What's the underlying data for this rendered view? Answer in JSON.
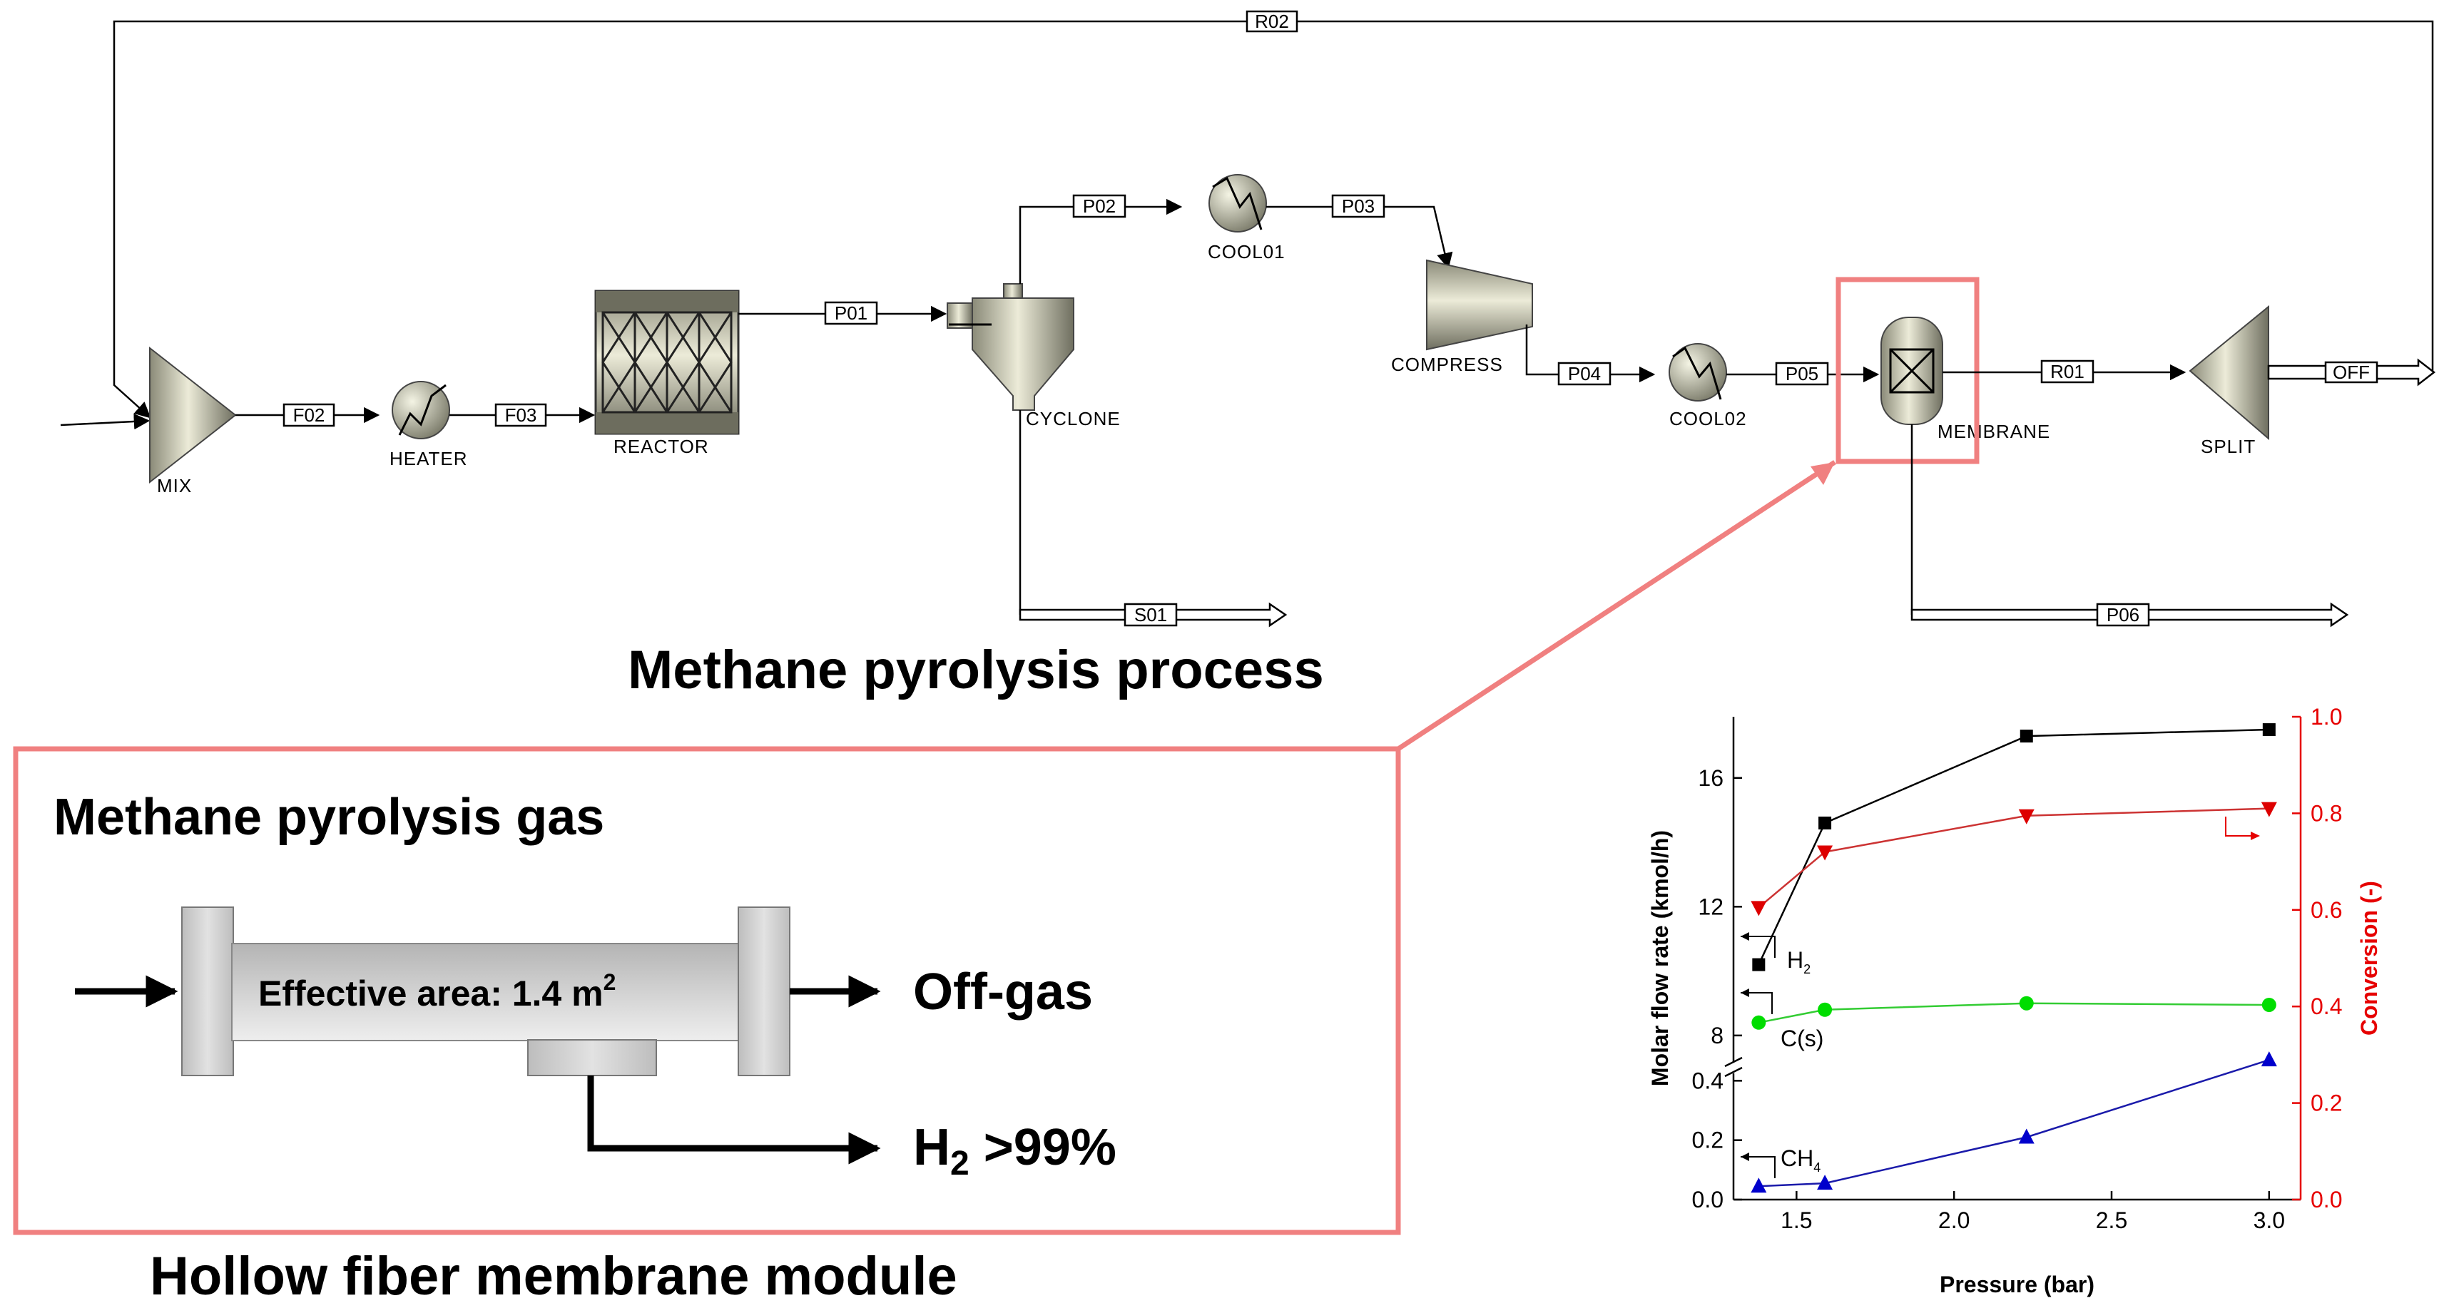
{
  "flowsheet": {
    "title": "Methane pyrolysis process",
    "units": {
      "mix": "MIX",
      "heater": "HEATER",
      "reactor": "REACTOR",
      "cyclone": "CYCLONE",
      "cool01": "COOL01",
      "compress": "COMPRESS",
      "cool02": "COOL02",
      "membrane": "MEMBRANE",
      "split": "SPLIT"
    },
    "streams": {
      "r02": "R02",
      "f02": "F02",
      "f03": "F03",
      "p01": "P01",
      "p02": "P02",
      "p03": "P03",
      "p04": "P04",
      "p05": "P05",
      "r01": "R01",
      "off": "OFF",
      "s01": "S01",
      "p06": "P06"
    },
    "highlight_color": "#f08080"
  },
  "module": {
    "caption": "Hollow fiber membrane module",
    "feed_label": "Methane pyrolysis gas",
    "area_label": "Effective area: 1.4 m",
    "area_sup": "2",
    "offgas_label": "Off-gas",
    "h2_label_main": "H",
    "h2_label_sub": "2",
    "h2_label_rest": " >99%"
  },
  "chart_data": {
    "type": "line",
    "xlabel": "Pressure (bar)",
    "ylabel": "Molar flow rate (kmol/h)",
    "y2label": "Conversion (-)",
    "x_ticks": [
      "1.5",
      "2.0",
      "2.5",
      "3.0"
    ],
    "xlim": [
      1.3,
      3.1
    ],
    "y_upper_ticks": [
      "8",
      "12",
      "16"
    ],
    "y_upper_lim": [
      7.0,
      17.9
    ],
    "y_lower_ticks": [
      "0.0",
      "0.2",
      "0.4"
    ],
    "y_lower_lim": [
      0.0,
      0.48
    ],
    "y2_ticks": [
      "0.0",
      "0.2",
      "0.4",
      "0.6",
      "0.8",
      "1.0"
    ],
    "y2lim": [
      0.0,
      1.0
    ],
    "colors": {
      "h2": "#000000",
      "cs": "#00dd00",
      "ch4": "#0000cc",
      "conv": "#dd0000"
    },
    "series": [
      {
        "name": "H",
        "name_sub": "2",
        "axis": "upper",
        "marker": "square",
        "x": [
          1.38,
          1.59,
          2.23,
          3.0
        ],
        "values": [
          10.2,
          14.6,
          17.3,
          17.5
        ]
      },
      {
        "name": "C(s)",
        "axis": "upper",
        "marker": "circle",
        "x": [
          1.38,
          1.59,
          2.23,
          3.0
        ],
        "values": [
          8.4,
          8.8,
          9.0,
          8.95
        ]
      },
      {
        "name": "CH",
        "name_sub": "4",
        "axis": "lower",
        "marker": "triangle",
        "x": [
          1.38,
          1.59,
          2.23,
          3.0
        ],
        "values": [
          0.045,
          0.055,
          0.21,
          0.47
        ]
      },
      {
        "axis": "right",
        "marker": "triangle-down",
        "x": [
          1.38,
          1.59,
          2.23,
          3.0
        ],
        "values": [
          0.605,
          0.72,
          0.795,
          0.81
        ]
      }
    ]
  }
}
